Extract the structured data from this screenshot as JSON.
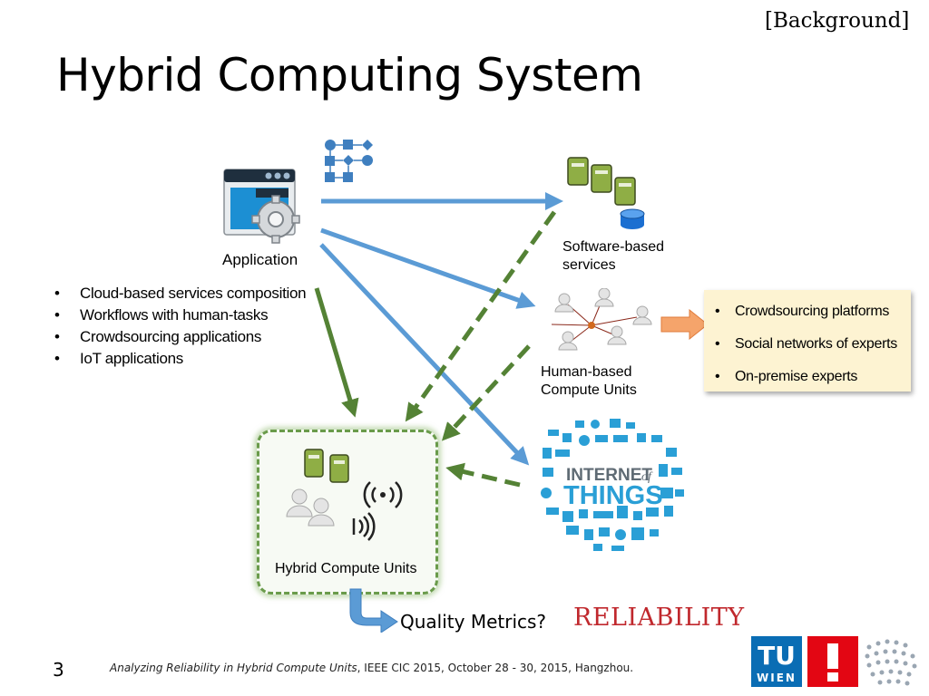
{
  "header": {
    "section_tag": "[Background]",
    "title": "Hybrid Computing System"
  },
  "application": {
    "label": "Application",
    "bullets": [
      "Cloud-based services composition",
      "Workflows with human-tasks",
      "Crowdsourcing applications",
      "IoT applications"
    ]
  },
  "software_services": {
    "label_line1": "Software-based",
    "label_line2": "services"
  },
  "human_units": {
    "label_line1": "Human-based",
    "label_line2": "Compute Units"
  },
  "callout": {
    "items": [
      "Crowdsourcing platforms",
      "Social networks of experts",
      "On-premise experts"
    ]
  },
  "iot": {
    "line1": "INTERNET",
    "line1_suffix": "of",
    "line2": "THINGS"
  },
  "hybrid_units": {
    "label": "Hybrid Compute Units"
  },
  "quality": {
    "question": "Quality Metrics?",
    "highlight": "RELIABILITY"
  },
  "footer": {
    "page_number": "3",
    "citation_italic": "Analyzing Reliability in Hybrid Compute Units",
    "citation_rest": ", IEEE CIC 2015, October 28 - 30, 2015, Hangzhou."
  },
  "logo": {
    "line1": "TU",
    "line2": "WIEN"
  },
  "colors": {
    "blue_arrow": "#5b9bd5",
    "green_arrow": "#548235",
    "reliability": "#c0282d",
    "callout_bg": "#fdf3d2",
    "logo_blue": "#0a6db4",
    "logo_red": "#e30613"
  }
}
